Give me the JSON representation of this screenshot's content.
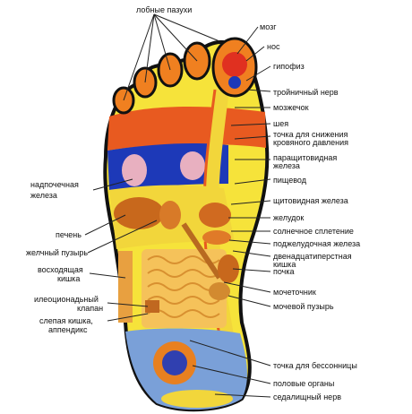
{
  "labels": {
    "sinuses": "лобные пазухи",
    "brain": "мозг",
    "nose": "нос",
    "pituitary": "гипофиз",
    "trigeminal": "тройничный нерв",
    "cerebellum": "мозжечок",
    "neck": "шея",
    "bp_point_line1": "точка для снижения",
    "bp_point_line2": "кровяного давления",
    "parathyroid_line1": "паращитовидная",
    "parathyroid_line2": "железа",
    "esophagus": "пищевод",
    "thyroid": "щитовидная железа",
    "stomach": "желудок",
    "solar_plexus": "солнечное сплетение",
    "pancreas": "поджелудочная железа",
    "duodenum_line1": "двенадцатиперстная",
    "duodenum_line2": "кишка",
    "kidney": "почка",
    "ureter": "мочеточник",
    "bladder": "мочевой пузырь",
    "insomnia": "точка для бессонницы",
    "genitals": "половые органы",
    "sciatic": "седалищный нерв",
    "adrenal_line1": "надпочечная",
    "adrenal_line2": "железа",
    "liver": "печень",
    "gallbladder": "желчный пузырь",
    "ascending_line1": "восходящая",
    "ascending_line2": "кишка",
    "ileocecal_line1": "илеоционадьный",
    "ileocecal_line2": "клапан",
    "cecum_line1": "слепая кишка,",
    "cecum_line2": "аппендикс"
  },
  "colors": {
    "sole_yellow": "#f6e33a",
    "toe_orange": "#f08020",
    "brain_red": "#e03020",
    "chest_blue": "#1d39b8",
    "lung_pink": "#e8b0c0",
    "intestine_yellow": "#f5c25a",
    "organ_brown": "#c8681c",
    "spine_yellow": "#f2d63b",
    "heel_blue": "#2f52c8",
    "outline_black": "#111111",
    "leader_line": "#222222"
  }
}
